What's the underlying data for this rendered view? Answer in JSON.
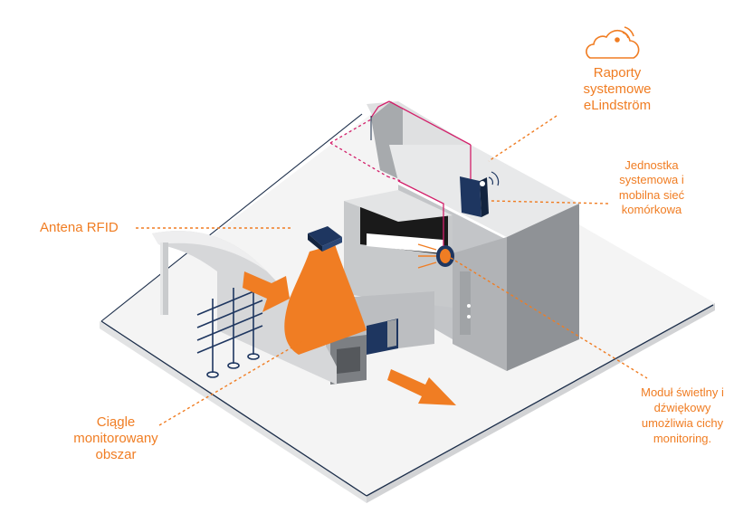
{
  "labels": {
    "reports": {
      "lines": [
        "Raporty",
        "systemowe",
        "eLindström"
      ]
    },
    "system_unit": {
      "lines": [
        "Jednostka",
        "systemowa i",
        "mobilna sieć",
        "komórkowa"
      ]
    },
    "rfid": {
      "lines": [
        "Antena RFID"
      ]
    },
    "monitored_area": {
      "lines": [
        "Ciągle",
        "monitorowany",
        "obszar"
      ]
    },
    "light_module": {
      "lines": [
        "Moduł świetlny i",
        "dźwiękowy",
        "umożliwia cichy",
        "monitoring."
      ]
    }
  },
  "colors": {
    "accent": "#f07d23",
    "wall_front": "#b8babd",
    "wall_side": "#8d9094",
    "wall_top": "#e6e7e8",
    "floor": "#f3f3f3",
    "outline": "#1c2e4a",
    "navy": "#1e3660",
    "cable": "#d31f6a"
  },
  "icons": [
    "cloud-signal-icon",
    "signal-waves-icon"
  ]
}
